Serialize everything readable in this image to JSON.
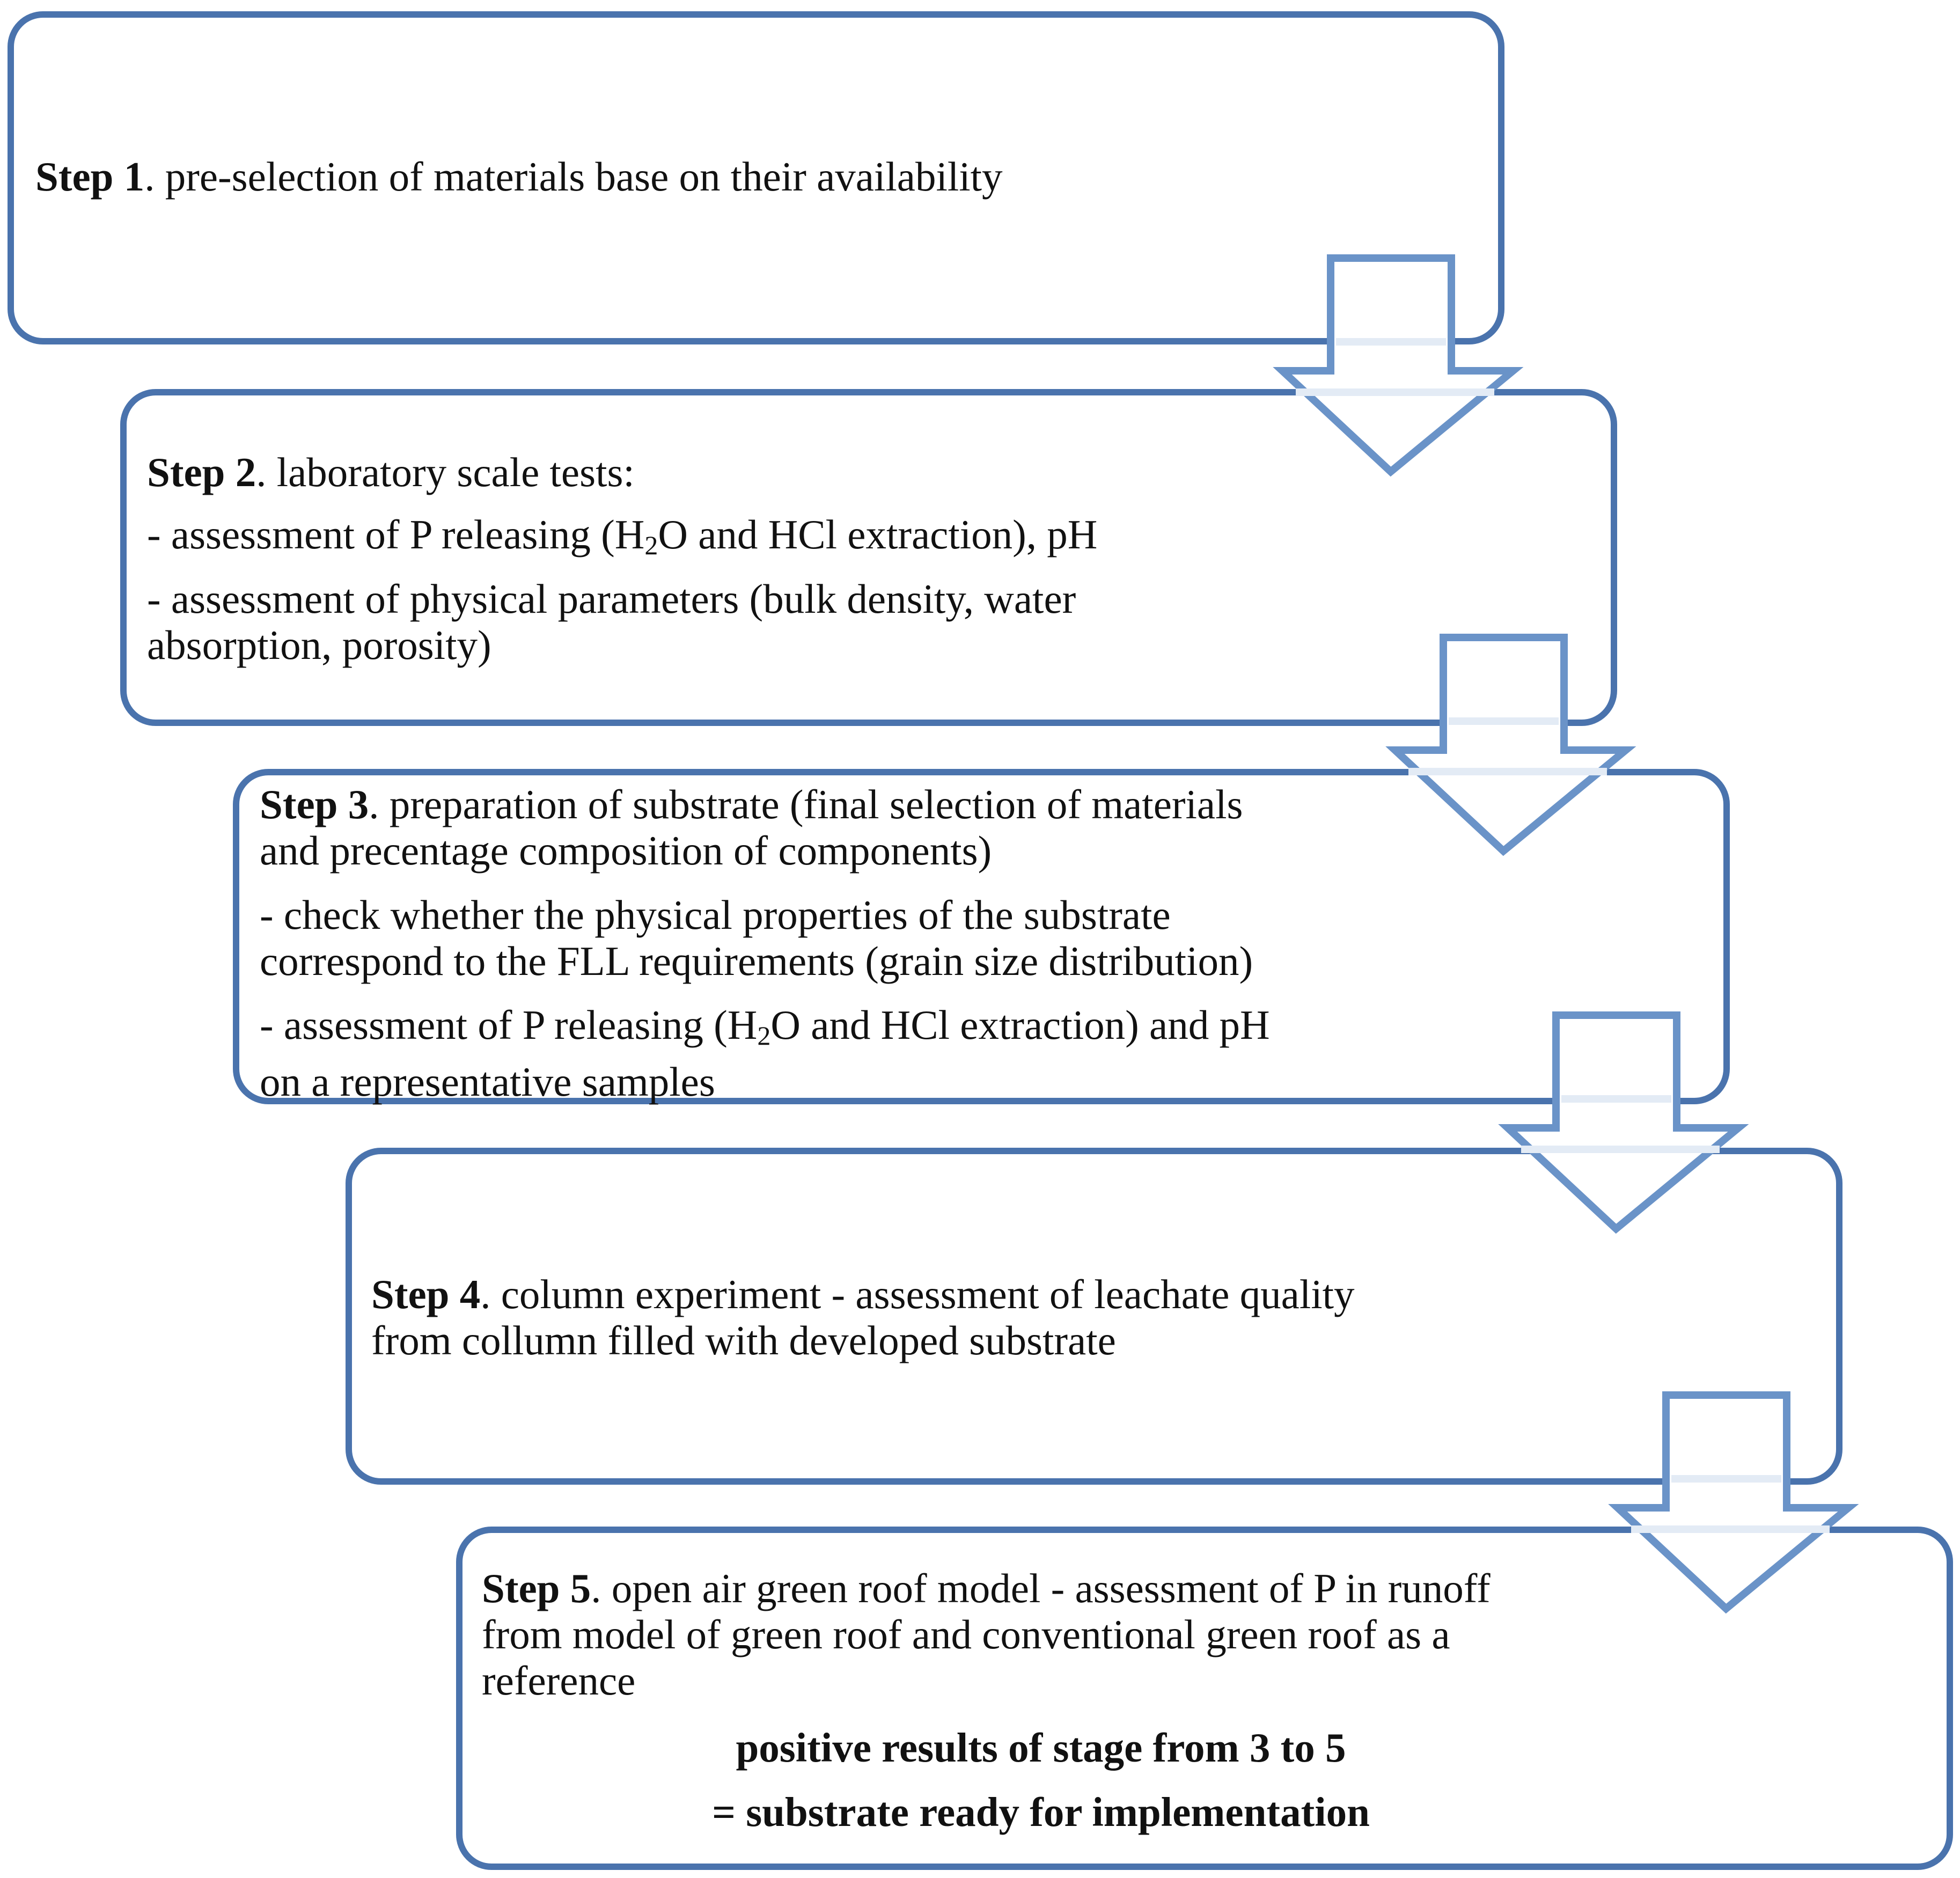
{
  "steps": [
    {
      "number": "Step 1",
      "description": ". pre-selection of materials base on their availability"
    },
    {
      "number": "Step 2",
      "description": ". laboratory scale tests:",
      "bullets": [
        {
          "pre": "- assessment of P releasing (H",
          "sub": "2",
          "post": "O and HCl extraction), pH"
        },
        {
          "line1": "- assessment of physical parameters (bulk density, water",
          "line2": "absorption, porosity)"
        }
      ]
    },
    {
      "number": "Step 3",
      "description_line1": ". preparation of substrate (final selection of materials",
      "description_line2": "and precentage composition of components)",
      "bullets": [
        {
          "line1": "- check whether the physical properties of the substrate",
          "line2": "correspond to the FLL requirements (grain size distribution)"
        },
        {
          "pre": "- assessment of P releasing (H",
          "sub": "2",
          "post": "O and HCl extraction) and pH",
          "line2": "on a representative samples"
        }
      ]
    },
    {
      "number": "Step 4",
      "description_line1": ". column experiment - assessment of leachate quality",
      "description_line2": "from collumn filled with developed substrate"
    },
    {
      "number": "Step 5",
      "description_line1": ". open air green roof model - assessment of P in runoff",
      "description_line2": "from model of green roof and conventional green roof as a",
      "description_line3": "reference",
      "conclusion_line1": "positive results of stage from 3 to 5",
      "conclusion_line2": "= substrate ready for implementation"
    }
  ],
  "colors": {
    "box_border": "#4a73ad",
    "arrow_border": "#6a93c8",
    "arrow_fill": "#ffffff",
    "arrow_band": "#e3ebf5",
    "text": "#111111"
  }
}
